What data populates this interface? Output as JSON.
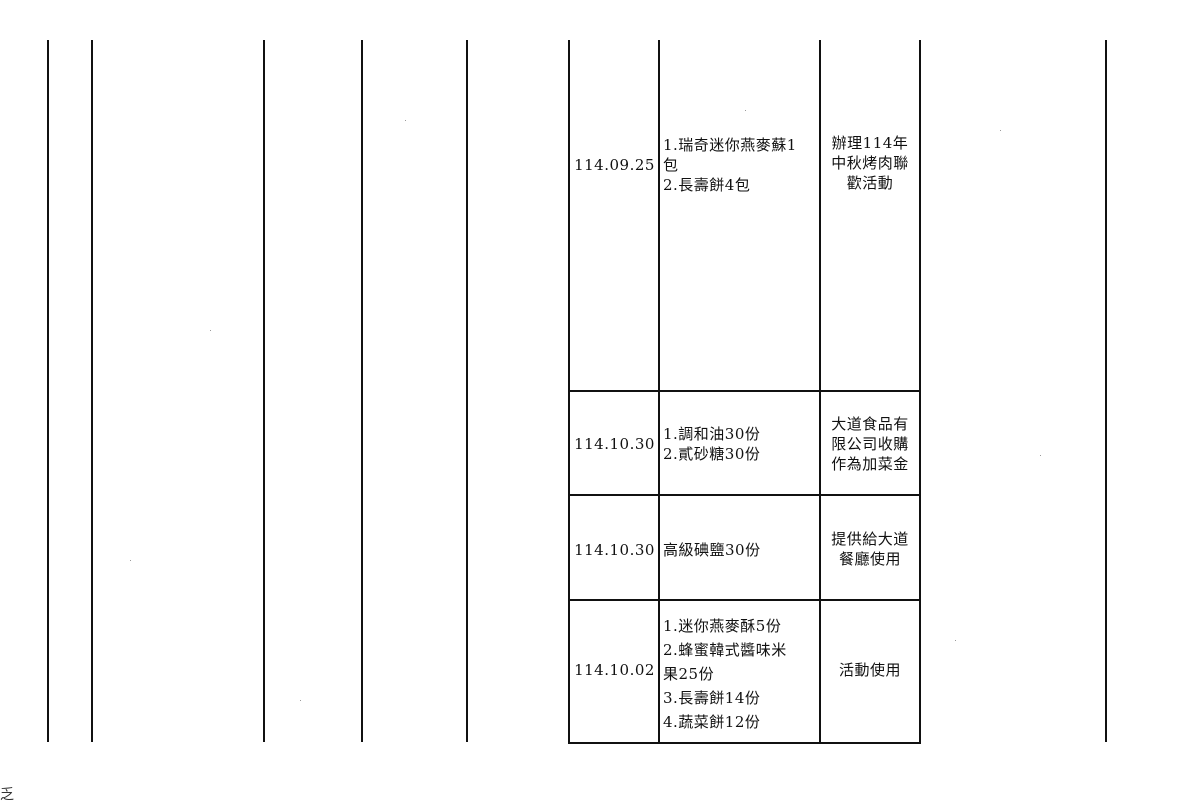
{
  "rows": [
    {
      "date": "114.09.25",
      "items": "1.瑞奇迷你燕麥蘇1\n包\n2.長壽餅4包",
      "purpose": "辦理114年\n中秋烤肉聯\n歡活動"
    },
    {
      "date": "114.10.30",
      "items": "1.調和油30份\n2.貳砂糖30份",
      "purpose": "大道食品有\n限公司收購\n作為加菜金"
    },
    {
      "date": "114.10.30",
      "items": "高級碘鹽30份",
      "purpose": "提供給大道\n餐廳使用"
    },
    {
      "date": "114.10.02",
      "items": "1.迷你燕麥酥5份\n2.蜂蜜韓式醬味米\n果25份\n3.長壽餅14份\n4.蔬菜餅12份",
      "purpose": "活動使用"
    }
  ],
  "edge_mark": "乏"
}
